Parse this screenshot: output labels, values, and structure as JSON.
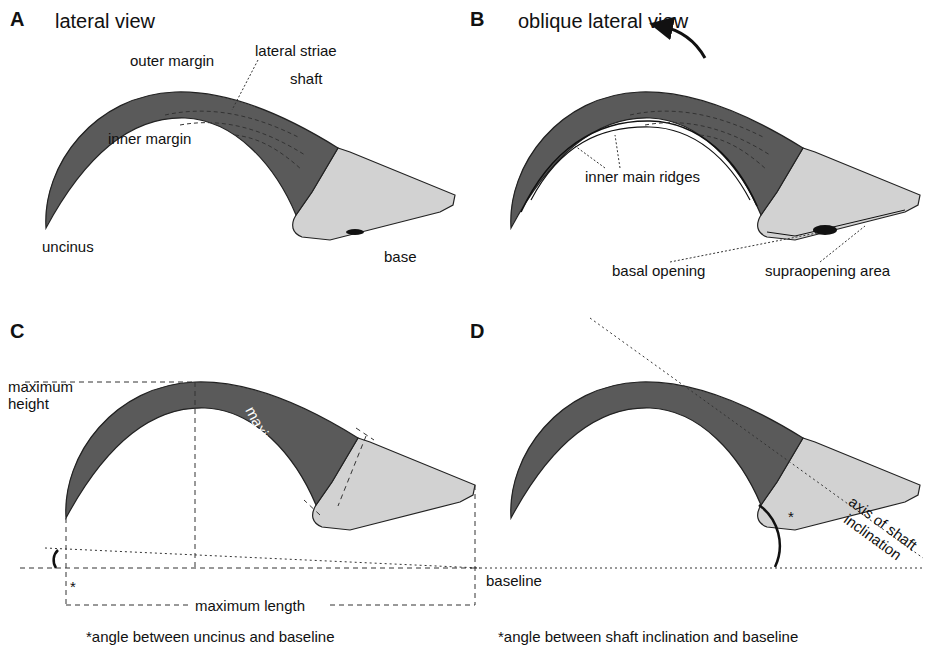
{
  "diagram": {
    "labels": [
      "A",
      "lateral view",
      "outer margin",
      "lateral striae",
      "shaft",
      "inner margin",
      "uncinus",
      "base",
      "B",
      "oblique lateral view",
      "inner main ridges",
      "basal opening",
      "supraopening area",
      "C",
      "maximum height",
      "maximum breadth",
      "*",
      "maximum length",
      "*angle between uncinus and baseline",
      "D",
      "baseline",
      "axis of shaft inclination",
      "*",
      "*angle between shaft inclination and baseline"
    ]
  }
}
